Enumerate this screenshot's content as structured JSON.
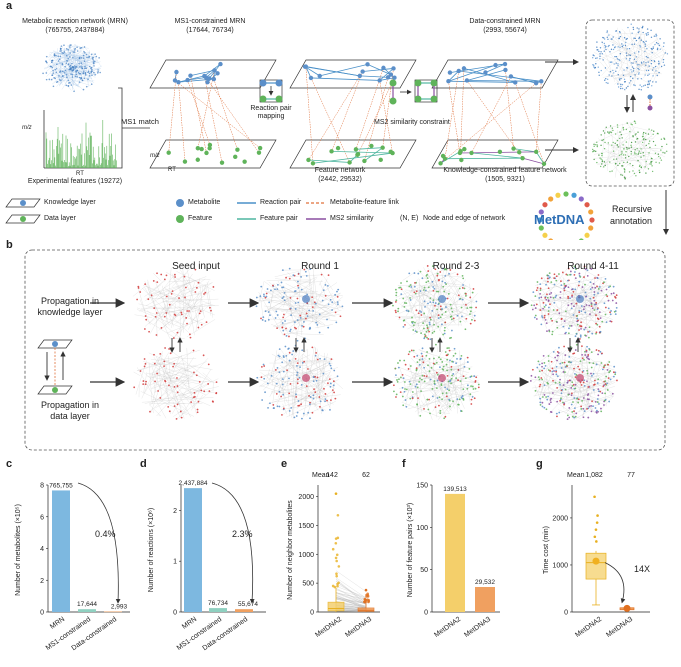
{
  "panel_a": {
    "letter": "a",
    "mrn_title": "Metabolic reaction network (MRN)",
    "mrn_counts": "(765755, 2437884)",
    "ms1_mrn_title": "MS1-constrained MRN",
    "ms1_mrn_counts": "(17644, 76734)",
    "data_mrn_title": "Data-constrained MRN",
    "data_mrn_counts": "(2993, 55674)",
    "ms1_match": "MS1 match",
    "reaction_pair_mapping": "Reaction pair mapping",
    "ms2_constraint": "MS2 similarity constraint",
    "mz_label": "m/z",
    "rt_label": "RT",
    "exp_features": "Experimental features (19272)",
    "feature_network": "Feature network",
    "feature_network_counts": "(2442, 29532)",
    "kc_feature_network": "Knowledge-constrained feature network",
    "kc_feature_network_counts": "(1505, 9321)",
    "legend": {
      "knowledge_layer": "Knowledge layer",
      "data_layer": "Data layer",
      "metabolite": "Metabolite",
      "feature": "Feature",
      "reaction_pair": "Reaction pair",
      "feature_pair": "Feature pair",
      "mf_link": "Metabolite-feature link",
      "ms2_similarity": "MS2 similarity",
      "node_edge": "(N, E)",
      "node_edge_desc": "Node and edge of network"
    },
    "metdna": "MetDNA",
    "recursive": "Recursive",
    "annotation": "annotation"
  },
  "panel_b": {
    "letter": "b",
    "seed": "Seed input",
    "round1": "Round 1",
    "round23": "Round 2-3",
    "round411": "Round 4-11",
    "prop_knowledge_1": "Propagation in",
    "prop_knowledge_2": "knowledge layer",
    "prop_data_1": "Propagation in",
    "prop_data_2": "data layer"
  },
  "colors": {
    "metabolite": "#5b8fc9",
    "feature": "#5fb35a",
    "reaction_pair": "#4a90c8",
    "feature_pair": "#4fb6a0",
    "link": "#e0703a",
    "ms2": "#8a4fa0",
    "bar_blue": "#7db8e0",
    "bar_yellow": "#f4cf6a",
    "bar_orange": "#f0a060",
    "seed_red": "#d23a3a"
  },
  "chart_data": [
    {
      "panel": "c",
      "type": "bar",
      "ylabel": "Number of metabolites (×10⁵)",
      "categories": [
        "MRN",
        "MS1-constrained",
        "Data-constrained"
      ],
      "values": [
        765755,
        17644,
        2993
      ],
      "value_labels": [
        "765,755",
        "17,644",
        "2,993"
      ],
      "ylim": [
        0,
        8
      ],
      "yticks": [
        "0",
        "2",
        "4",
        "6",
        "8"
      ],
      "annotation": "0.4%"
    },
    {
      "panel": "d",
      "type": "bar",
      "ylabel": "Number of reactions (×10⁶)",
      "categories": [
        "MRN",
        "MS1-constrained",
        "Data-constrained"
      ],
      "values": [
        2437884,
        76734,
        55674
      ],
      "value_labels": [
        "2,437,884",
        "76,734",
        "55,674"
      ],
      "ylim": [
        0,
        2.5
      ],
      "yticks": [
        "0",
        "1",
        "2"
      ],
      "annotation": "2.3%"
    },
    {
      "panel": "e",
      "type": "box",
      "ylabel": "Number of neighbor metabolites",
      "categories": [
        "MetDNA2",
        "MetDNA3"
      ],
      "mean_label": "Mean",
      "means": [
        "142",
        "62"
      ],
      "ylim": [
        0,
        2200
      ],
      "yticks": [
        "0",
        "500",
        "1000",
        "1500",
        "2000"
      ],
      "box": [
        {
          "q1": 20,
          "median": 60,
          "q3": 170,
          "whisker_high": 420,
          "outliers_max": 2050
        },
        {
          "q1": 10,
          "median": 30,
          "q3": 70,
          "whisker_high": 170,
          "outliers_max": 380
        }
      ]
    },
    {
      "panel": "f",
      "type": "bar",
      "ylabel": "Number of feature pairs (×10³)",
      "categories": [
        "MetDNA2",
        "MetDNA3"
      ],
      "values": [
        139513,
        29532
      ],
      "value_labels": [
        "139,513",
        "29,532"
      ],
      "ylim": [
        0,
        150
      ],
      "yticks": [
        "0",
        "50",
        "100",
        "150"
      ]
    },
    {
      "panel": "g",
      "type": "box",
      "ylabel": "Time cost (min)",
      "categories": [
        "MetDNA2",
        "MetDNA3"
      ],
      "mean_label": "Mean",
      "means": [
        "1,082",
        "77"
      ],
      "ylim": [
        0,
        2700
      ],
      "yticks": [
        "0",
        "1000",
        "2000"
      ],
      "box": [
        {
          "q1": 700,
          "median": 1050,
          "q3": 1250,
          "whisker_low": 150,
          "whisker_high": 1300,
          "mean": 1082
        },
        {
          "q1": 65,
          "median": 77,
          "q3": 90,
          "mean": 77
        }
      ],
      "annotation": "14X"
    }
  ]
}
